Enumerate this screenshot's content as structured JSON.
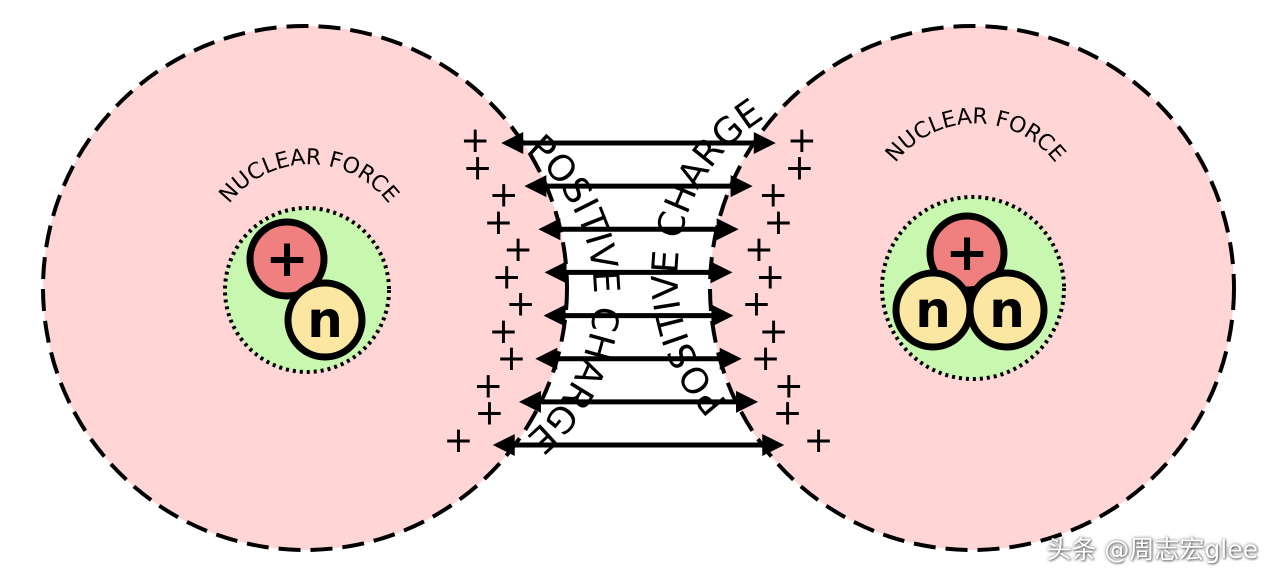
{
  "labels": {
    "positive_charge": "POSITIVE CHARGE",
    "nuclear_force": "NUCLEAR FORCE",
    "proton_symbol": "+",
    "neutron_symbol": "n",
    "charge_symbol": "+"
  },
  "nuclei": [
    {
      "id": "left",
      "protons": 1,
      "neutrons": 1
    },
    {
      "id": "right",
      "protons": 1,
      "neutrons": 2
    }
  ],
  "repulsion_arrow_count": 8,
  "plus_signs_per_side": 12,
  "colors": {
    "atom_fill": "#ffd5d5",
    "force_zone_fill": "#c8f7b0",
    "proton_fill": "#f08080",
    "neutron_fill": "#fbe7a1",
    "stroke": "#000000"
  },
  "watermark": "头条 @周志宏glee"
}
